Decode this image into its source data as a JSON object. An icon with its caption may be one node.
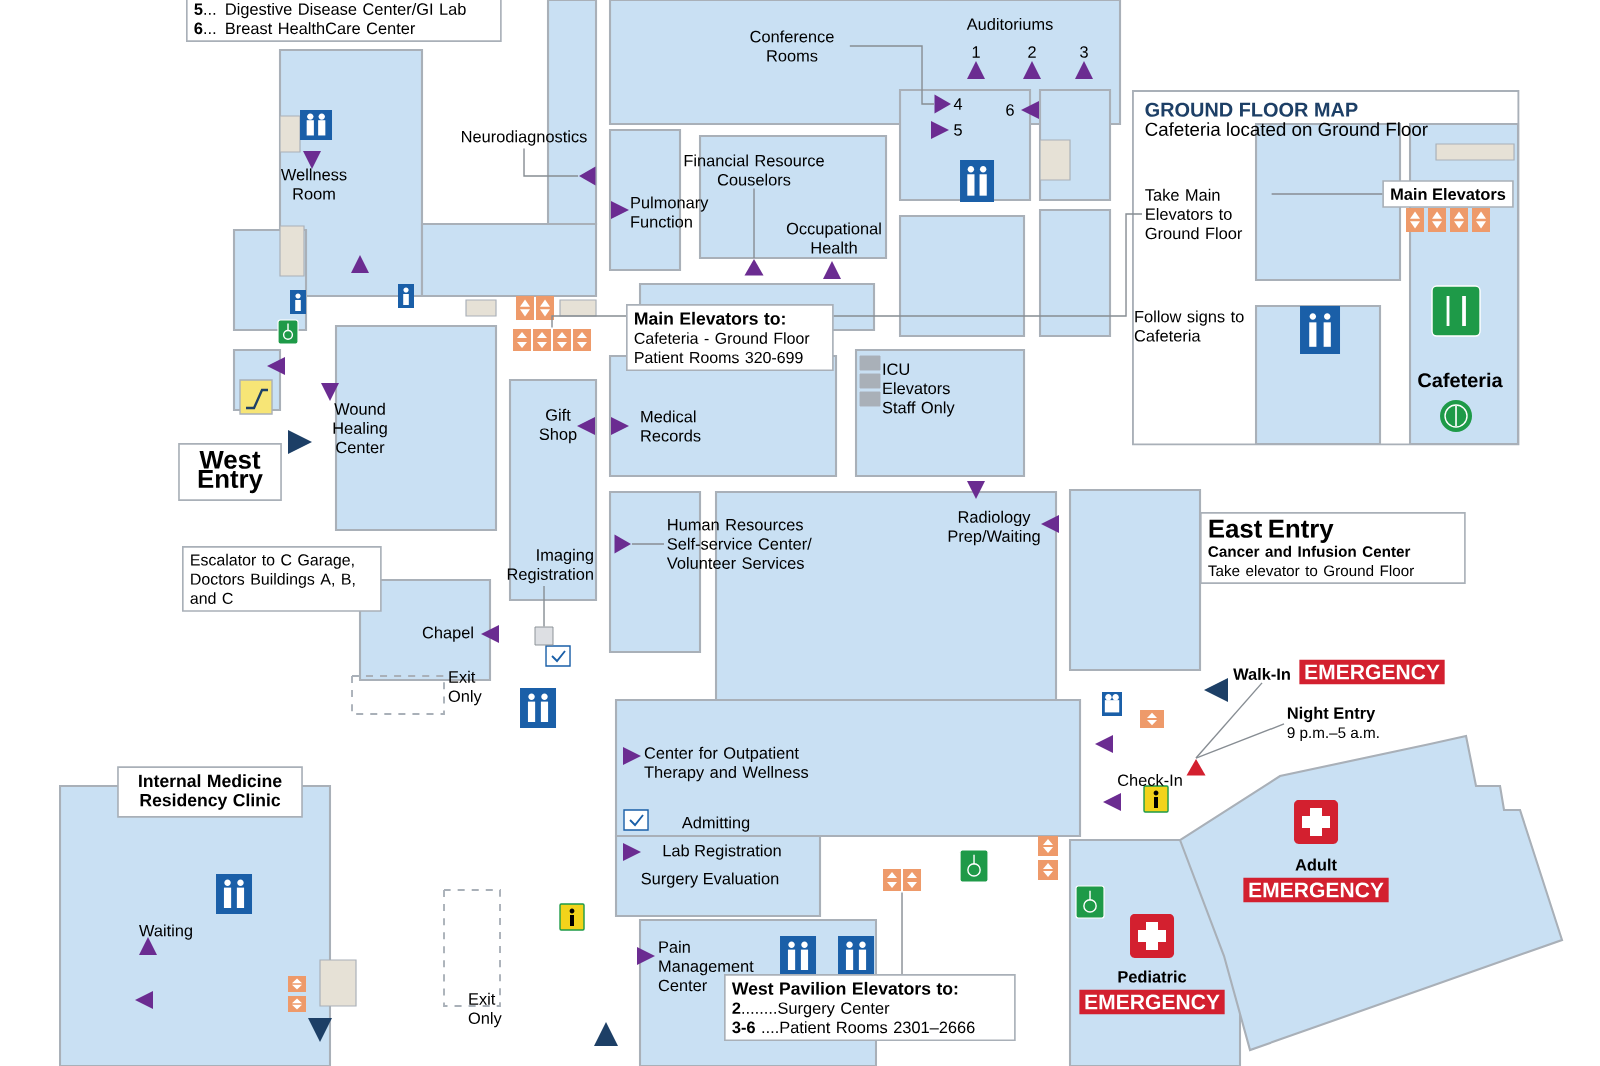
{
  "diagram": {
    "nodes": [
      {
        "text": [
          "**5**... Digestive Disease Center/GI Lab",
          "**6**... Breast HealthCare Center"
        ]
      },
      {
        "text": [
          "Neurodiagnostics"
        ]
      },
      {
        "text": [
          "Conference Rooms"
        ]
      },
      {
        "text": [
          "Financial Resource Couselors"
        ]
      },
      {
        "text": [
          "Main Elevators to:",
          "Cafeteria - Ground Floor Patient Rooms 320-699"
        ]
      },
      {
        "text": [
          "GROUND FLOOR MAP",
          "Cafeteria located on Ground Floor"
        ]
      },
      {
        "text": [
          "Take Main Elevators to Ground Floor"
        ],
        "in": 5
      },
      {
        "text": [
          "Main Elevators"
        ],
        "in": 5
      },
      {
        "text": [
          "West Entry"
        ]
      },
      {
        "text": [
          "Escalator to C Garage, Doctors Buildings A, B, and C"
        ]
      },
      {
        "text": [
          "Imaging Registration"
        ]
      },
      {
        "text": [
          "Human Resources Self-service Center/ Volunteer Services"
        ]
      },
      {
        "text": [
          "Internal Medicine Residency Clinic"
        ]
      },
      {
        "text": [
          "East Entry",
          "Cancer and Infusion Center",
          "Take elevator to Ground Floor"
        ]
      },
      {
        "text": [
          "Walk-In"
        ]
      },
      {
        "text": [
          "EMERGENCY"
        ]
      },
      {
        "text": [
          "Night Entry",
          "9 p.m.–5 a.m."
        ]
      },
      {
        "text": [
          "EMERGENCY"
        ],
        "beside": [
          "Adult"
        ]
      },
      {
        "text": [
          "EMERGENCY"
        ],
        "beside": [
          "Pediatric"
        ]
      },
      {
        "text": [
          "West Pavilion Elevators to:",
          "**2**........Surgery Center",
          "**3-6** ....Patient Rooms 2301–2666"
        ]
      },
      {
        "text": [],
        "shape": "triangle"
      },
      {
        "text": [],
        "shape": "triangle"
      },
      {
        "text": [],
        "shape": "triangle"
      },
      {
        "text": [],
        "shape": "triangle"
      },
      {
        "text": [],
        "shape": "triangle"
      },
      {
        "text": [],
        "shape": "picture"
      },
      {
        "text": [],
        "shape": "picture"
      },
      {
        "text": [],
        "shape": "box"
      }
    ],
    "edges": [
      {
        "from": 1,
        "to": 20,
        "arrow": "none"
      },
      {
        "from": 2,
        "to": 23,
        "arrow": "none"
      },
      {
        "from": 3,
        "to": 22,
        "arrow": "none"
      },
      {
        "from": 4,
        "to": 25,
        "arrow": "none"
      },
      {
        "from": 4,
        "to": 6,
        "arrow": "none"
      },
      {
        "from": 6,
        "to": 7,
        "arrow": "none"
      },
      {
        "from": 10,
        "to": 27,
        "arrow": "none"
      },
      {
        "from": 11,
        "to": 21,
        "arrow": "none"
      },
      {
        "from": 14,
        "to": 24,
        "arrow": "none"
      },
      {
        "from": 16,
        "to": 24,
        "arrow": "none"
      },
      {
        "from": 19,
        "to": 26,
        "arrow": "none"
      }
    ],
    "labels": [
      "Wellness Room",
      "Auditoriums",
      "1",
      "2",
      "3",
      "4",
      "5",
      "6",
      "Pulmonary Function",
      "Occupational Health",
      "Wound Healing Center",
      "Gift Shop",
      "Medical Records",
      "ICU Elevators Staff Only",
      "Radiology Prep/Waiting",
      "Chapel",
      "Exit Only",
      "Center for Outpatient Therapy and Wellness",
      "Admitting",
      "Lab Registration",
      "Surgery Evaluation",
      "Waiting",
      "Exit Only",
      "Pain Management Center",
      "Check-In",
      "Follow signs to Cafeteria",
      "Cafeteria"
    ]
  }
}
